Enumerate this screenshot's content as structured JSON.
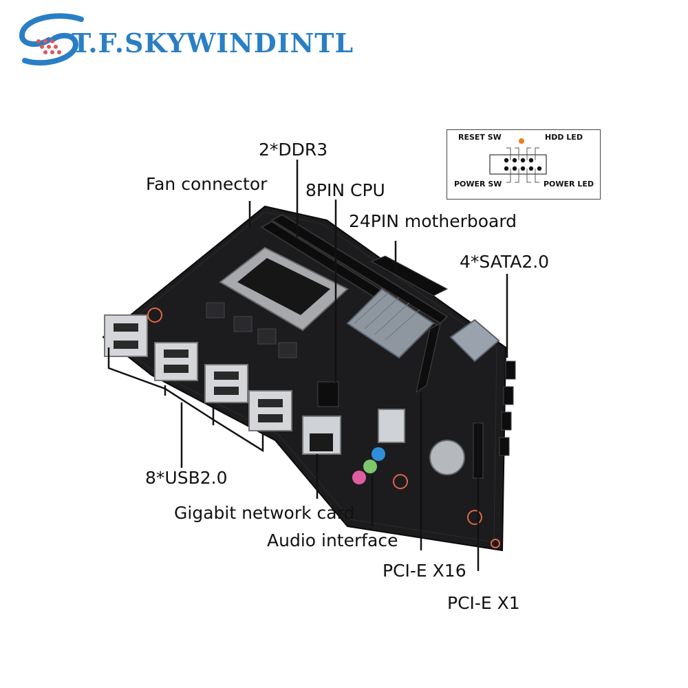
{
  "brand": {
    "name": "T.F.SKYWINDINTL",
    "logo_icon": "brand-swirl-icon",
    "color": "#2a7fc4"
  },
  "callouts": {
    "ddr3": "2*DDR3",
    "fan": "Fan connector",
    "cpu8pin": "8PIN CPU",
    "atx24": "24PIN motherboard",
    "sata": "4*SATA2.0",
    "usb": "8*USB2.0",
    "lan": "Gigabit network card",
    "audio": "Audio interface",
    "pcie16": "PCI-E X16",
    "pcie1": "PCI-E X1"
  },
  "front_panel": {
    "reset": "RESET SW",
    "hdd": "HDD LED",
    "power_sw": "POWER SW",
    "power_led": "POWER LED",
    "pin1_color": "#f07a1a"
  }
}
